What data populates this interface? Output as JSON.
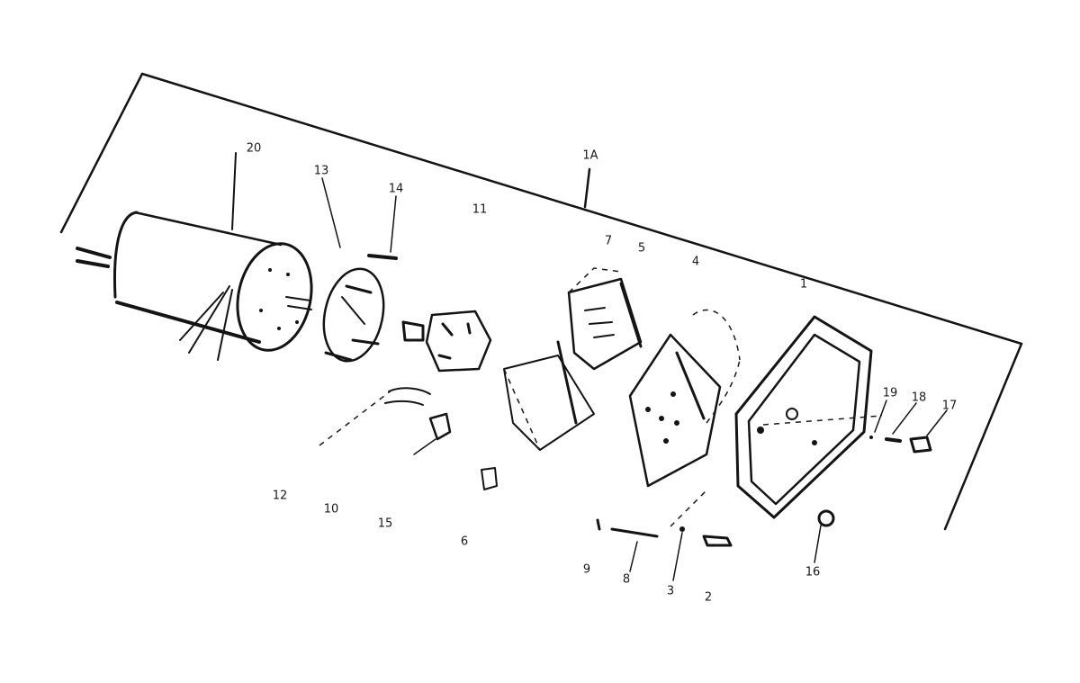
{
  "callouts": [
    "1A",
    "20",
    "13",
    "14",
    "11",
    "7",
    "5",
    "4",
    "1",
    "19",
    "18",
    "17",
    "12",
    "10",
    "15",
    "6",
    "9",
    "8",
    "3",
    "2",
    "16"
  ]
}
